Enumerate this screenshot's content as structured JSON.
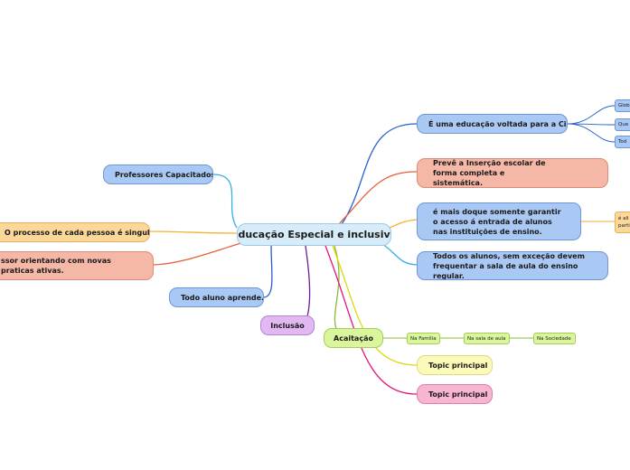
{
  "central": "Educação Especial e inclusiva",
  "topics": {
    "cidadania": "É uma educação voltada para a Cidadania.",
    "cidadania_subs": [
      "Glob",
      "Que",
      "Tod"
    ],
    "insercao": "Prevê a Inserção escolar de forma completa e sistemática.",
    "garantir": "é mais doque somente garantir o acesso á entrada de alunos nas instituições de ensino.",
    "garantir_sub": "é ali partic",
    "todos": "Todos os alunos, sem exceção devem frequentar a sala de aula do ensino regular.",
    "professores": "Professores Capacitados",
    "processo": "O processo de cada pessoa é singular.",
    "professor_orientando": "ssor orientando com novas praticas ativas.",
    "todo_aluno": "Todo aluno aprende.",
    "inclusao": "Inclusão",
    "acaitacao": "Acaitação",
    "acaitacao_subs": [
      "Na Família",
      "Na sala de aula",
      "Na Sociedade"
    ],
    "topic_yellow": "Topic principal",
    "topic_pink": "Topic principal"
  },
  "colors": {
    "blue_line": "#2560c9",
    "salmon_line": "#e3603b",
    "orange_line": "#f2b233",
    "cyan_line": "#35aee6",
    "yellow_line": "#dcd80a",
    "pink_line": "#e0167a",
    "purple_line": "#6b1f9e",
    "green_line": "#8ab83a"
  }
}
